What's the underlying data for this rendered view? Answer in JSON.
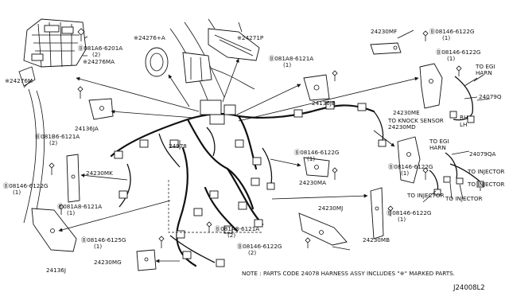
{
  "labels": {
    "p24276A": "※24276+A",
    "p24271P": "※24271P",
    "p081A6_6201A": "Ⓑ081A6-6201A",
    "p081A6_6201A_q": "(2)",
    "p24276MA": "※24276MA",
    "p24276M": "※24276M",
    "p081A8_6121A_top": "Ⓑ081A8-6121A",
    "p081A8_6121A_top_q": "(1)",
    "p24230MF": "24230MF",
    "p08146_6122G_tr1": "Ⓑ08146-6122G",
    "p08146_6122G_tr1_q": "(1)",
    "p08146_6122G_tr2": "Ⓑ08146-6122G",
    "p08146_6122G_tr2_q": "(1)",
    "to_egi_harn_1a": "TO EGI",
    "to_egi_harn_1b": "HARN",
    "p24079Q": "24079Q",
    "p24136JB": "24136JB",
    "p24230ME": "24230ME",
    "rh": "RH",
    "lh": "LH",
    "knock_sensor": "TO KNOCK SENSOR",
    "p24230MD": "24230MD",
    "to_egi_harn_2a": "TO EGI",
    "to_egi_harn_2b": "HARN",
    "p24079QA": "24079QA",
    "p24136JA": "24136JA",
    "p081B6_6121A": "Ⓑ081B6-6121A",
    "p081B6_6121A_q": "(2)",
    "p24078": "24078",
    "p08146_6122G_mid": "Ⓑ08146-6122G",
    "p08146_6122G_mid_q": "(1)",
    "p08146_6122G_r1": "Ⓑ08146-6122G",
    "p08146_6122G_r1_q": "(1)",
    "to_injector_1": "TO INJECTOR",
    "to_injector_2": "TO INJECTOR",
    "to_injector_3": "TO INJECTOR",
    "to_injector_4": "TO INJECTOR",
    "p24230MK": "24230MK",
    "p08146_6122G_l": "Ⓑ08146-6122G",
    "p08146_6122G_l_q": "(1)",
    "p24230MA": "24230MA",
    "p081A8_6121A_l": "Ⓑ081A8-6121A",
    "p081A8_6121A_l_q": "(1)",
    "p08146_6122G_r2": "Ⓑ08146-6122G",
    "p08146_6122G_r2_q": "(1)",
    "p24230MJ": "24230MJ",
    "p081A8_6121A_b": "Ⓑ081A8-6121A",
    "p081A8_6121A_b_q": "(2)",
    "p24230MB": "24230MB",
    "p08146_6125G": "Ⓑ08146-6125G",
    "p08146_6125G_q": "(1)",
    "p08146_6122G_b": "Ⓑ08146-6122G",
    "p08146_6122G_b_q": "(2)",
    "p24136J": "24136J",
    "p24230MG": "24230MG"
  },
  "note": "NOTE : PARTS CODE 24078 HARNESS ASSY INCLUDES \"※\" MARKED PARTS.",
  "diagram_code": "J24008L2"
}
